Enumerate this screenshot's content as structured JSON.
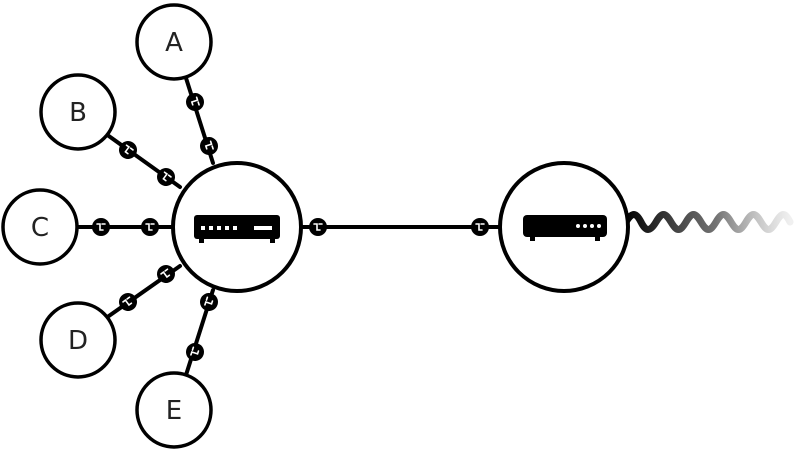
{
  "diagram": {
    "clients": [
      {
        "id": "A",
        "label": "A"
      },
      {
        "id": "B",
        "label": "B"
      },
      {
        "id": "C",
        "label": "C"
      },
      {
        "id": "D",
        "label": "D"
      },
      {
        "id": "E",
        "label": "E"
      }
    ],
    "switch": {
      "icon": "network-switch-icon"
    },
    "modem": {
      "icon": "modem-icon"
    },
    "uplink": {
      "icon": "coiled-cable-icon"
    },
    "colors": {
      "stroke": "#000000",
      "fill": "#ffffff",
      "label": "#222222"
    }
  }
}
